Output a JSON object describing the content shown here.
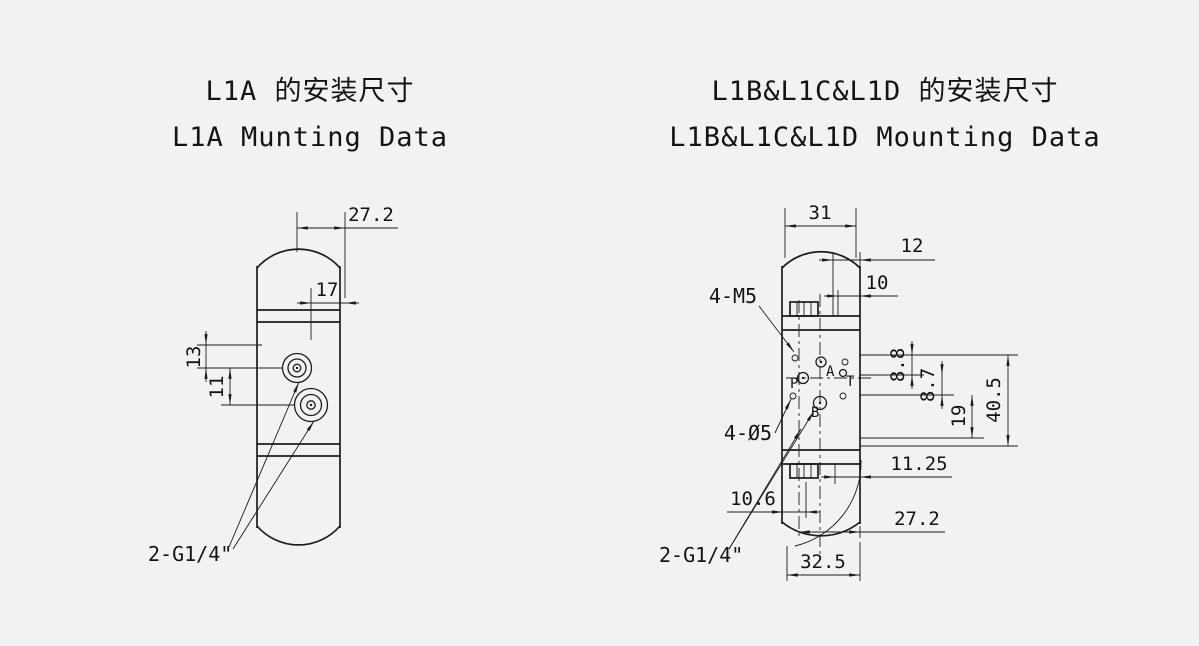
{
  "canvas": {
    "background": "#f2f2f2",
    "ink": "#1c1c1c"
  },
  "left_figure": {
    "title_cn": "L1A 的安装尺寸",
    "title_en": "L1A Munting Data",
    "dim_top_width": "27.2",
    "dim_port_offset": "17",
    "dim_vert_upper": "13",
    "dim_vert_lower": "11",
    "port_thread_label": "2-G1/4\""
  },
  "right_figure": {
    "title_cn": "L1B&L1C&L1D 的安装尺寸",
    "title_en": "L1B&L1C&L1D Mounting Data",
    "dim_top_width": "31",
    "dim_offset_right_upper": "12",
    "dim_offset_right_lower": "10",
    "thread_holes_label": "4-M5",
    "dim_stack_1": "8.8",
    "dim_stack_2": "8.7",
    "dim_stack_3": "19",
    "dim_stack_4": "40.5",
    "through_holes_label": "4-Ø5",
    "dim_edge_offset": "11.25",
    "dim_bolt_offset": "10.6",
    "dim_bottom_inner": "27.2",
    "dim_bottom_width": "32.5",
    "port_thread_label": "2-G1/4\"",
    "port_p": "P",
    "port_a": "A",
    "port_t": "T",
    "port_b": "B"
  }
}
